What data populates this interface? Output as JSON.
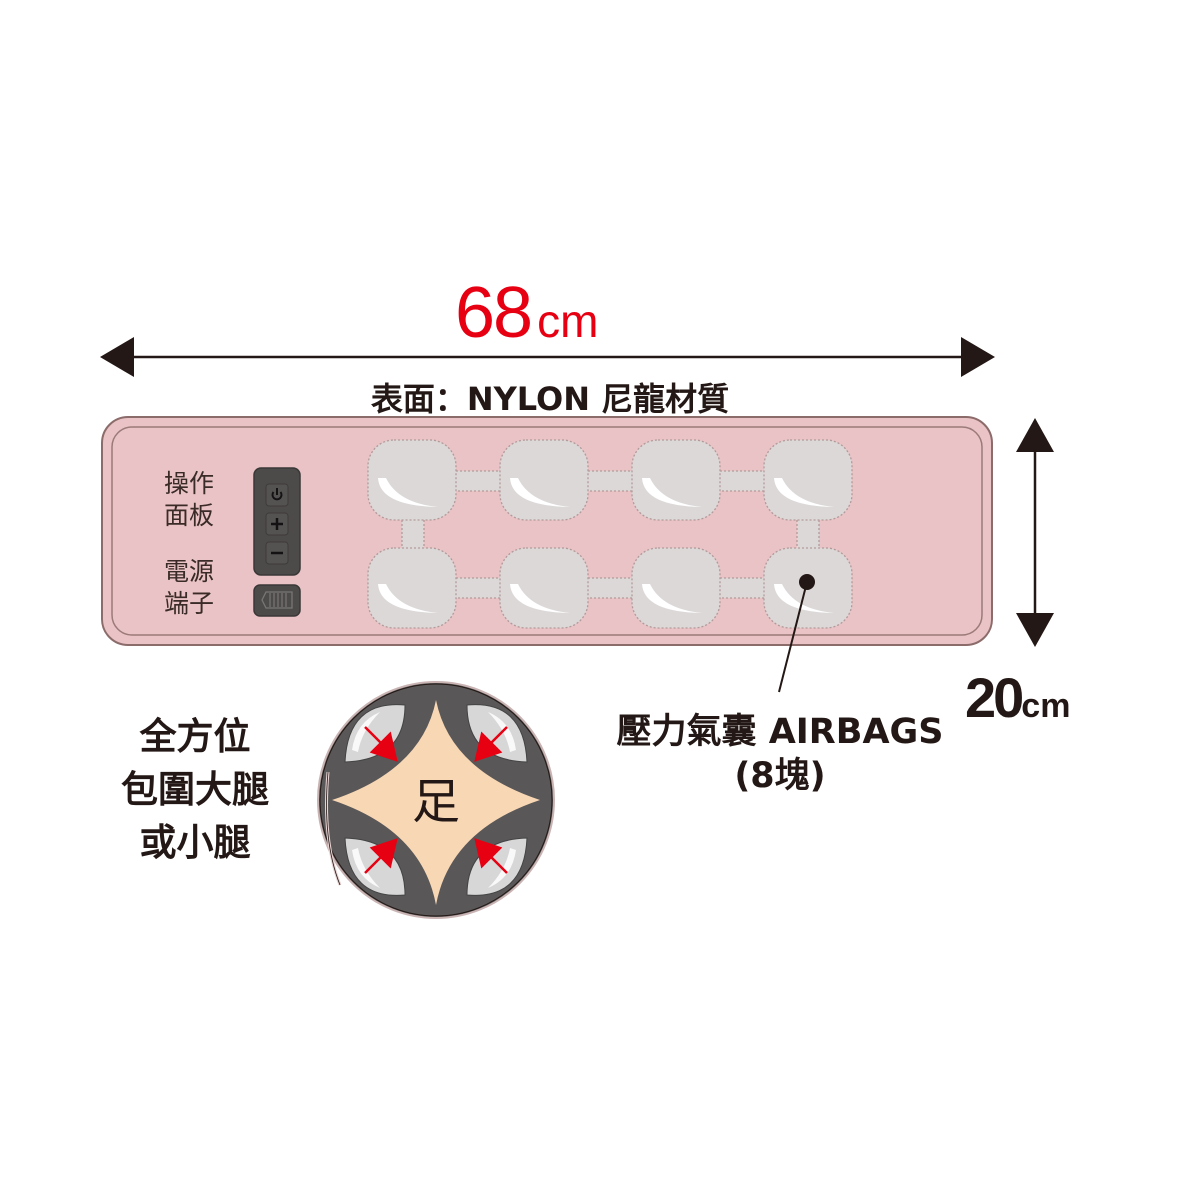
{
  "dimensions": {
    "width": {
      "value": "68",
      "unit": "cm",
      "color": "#e60012"
    },
    "height": {
      "value": "20",
      "unit": "cm",
      "color": "#231815"
    }
  },
  "surface_label": "表面：NYLON 尼龍材質",
  "pad": {
    "fill_color": "#e9c3c5",
    "border_color": "#8c6b6b",
    "airbag_color": "#dcd8d8",
    "airbag_count": 8,
    "control_panel_label": [
      "操作",
      "面板"
    ],
    "power_port_label": [
      "電源",
      "端子"
    ],
    "buttons": [
      {
        "name": "power",
        "glyph": "⏻"
      },
      {
        "name": "plus",
        "glyph": "+"
      },
      {
        "name": "minus",
        "glyph": "−"
      }
    ]
  },
  "airbags_callout": {
    "line1": "壓力氣囊 AIRBAGS",
    "line2": "(8塊)"
  },
  "wrap_diagram": {
    "caption": [
      "全方位",
      "包圍大腿",
      "或小腿"
    ],
    "center_label": "足",
    "ring_color": "#595757",
    "center_color": "#f8d7b5",
    "arrow_color": "#e60012"
  }
}
